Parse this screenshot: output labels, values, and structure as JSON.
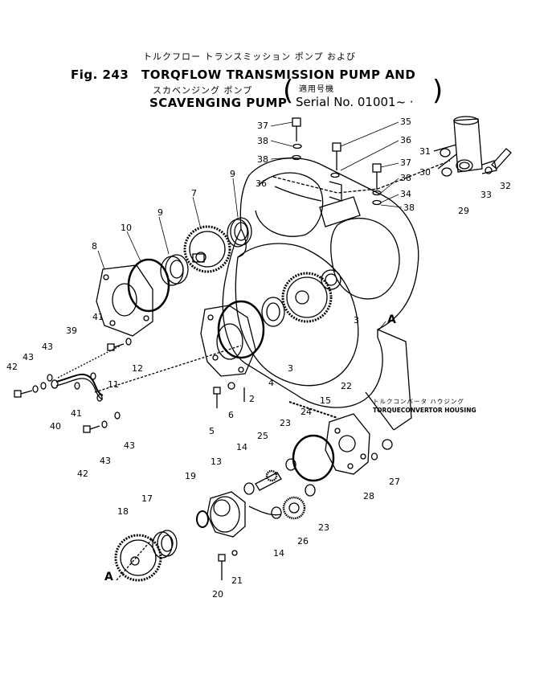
{
  "header": {
    "jp_line1": "トルクフロー トランスミッション ポンプ および",
    "fig_label": "Fig. 243",
    "title_line1": "TORQFLOW TRANSMISSION PUMP AND",
    "jp_line2": "スカベンジング ポンプ",
    "jp_serial": "適用号機",
    "title_line2": "SCAVENGING PUMP",
    "serial_text": "Serial No. 01001~ ·"
  },
  "labels": {
    "housing_jp": "トルクコンバータ ハウジング",
    "housing_en": "TORQUECONVERTOR HOUSING",
    "ref_a_top": "A",
    "ref_a_bottom": "A"
  },
  "callouts": [
    "37",
    "38",
    "38",
    "36",
    "35",
    "36",
    "37",
    "38",
    "34",
    "38",
    "31",
    "30",
    "33",
    "32",
    "29",
    "9",
    "7",
    "9",
    "10",
    "8",
    "3",
    "3",
    "41",
    "39",
    "43",
    "42",
    "43",
    "12",
    "11",
    "41",
    "40",
    "42",
    "43",
    "43",
    "2",
    "6",
    "5",
    "4",
    "22",
    "15",
    "24",
    "23",
    "25",
    "14",
    "13",
    "19",
    "17",
    "18",
    "26",
    "14",
    "23",
    "28",
    "27",
    "21",
    "20"
  ]
}
